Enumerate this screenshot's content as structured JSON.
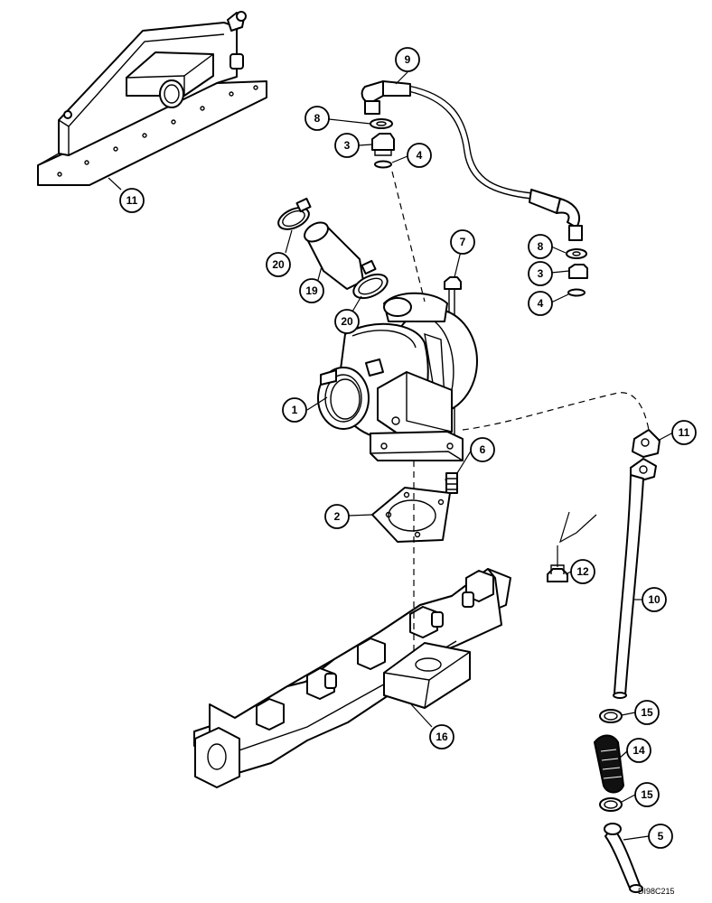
{
  "figure": {
    "drawing_code": "DI98C215",
    "callouts": [
      {
        "id": "c-9",
        "label": "9"
      },
      {
        "id": "c-8a",
        "label": "8"
      },
      {
        "id": "c-3a",
        "label": "3"
      },
      {
        "id": "c-4a",
        "label": "4"
      },
      {
        "id": "c-11a",
        "label": "11"
      },
      {
        "id": "c-7",
        "label": "7"
      },
      {
        "id": "c-20a",
        "label": "20"
      },
      {
        "id": "c-19",
        "label": "19"
      },
      {
        "id": "c-20b",
        "label": "20"
      },
      {
        "id": "c-8b",
        "label": "8"
      },
      {
        "id": "c-3b",
        "label": "3"
      },
      {
        "id": "c-4b",
        "label": "4"
      },
      {
        "id": "c-1",
        "label": "1"
      },
      {
        "id": "c-11b",
        "label": "11"
      },
      {
        "id": "c-6",
        "label": "6"
      },
      {
        "id": "c-2",
        "label": "2"
      },
      {
        "id": "c-12",
        "label": "12"
      },
      {
        "id": "c-10",
        "label": "10"
      },
      {
        "id": "c-15a",
        "label": "15"
      },
      {
        "id": "c-14",
        "label": "14"
      },
      {
        "id": "c-16",
        "label": "16"
      },
      {
        "id": "c-15b",
        "label": "15"
      },
      {
        "id": "c-5",
        "label": "5"
      }
    ]
  }
}
